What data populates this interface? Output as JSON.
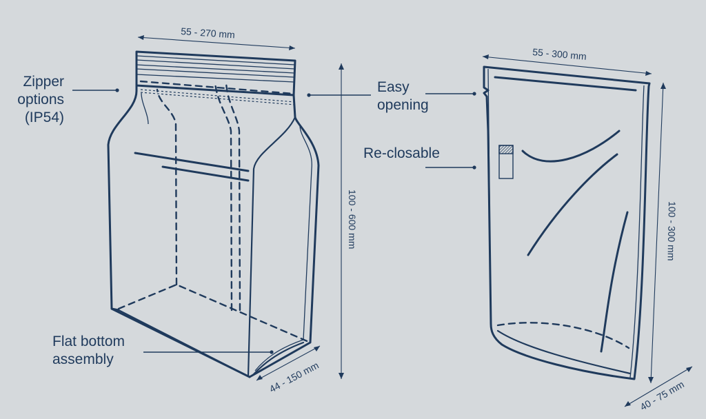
{
  "labels": {
    "zipper": [
      "Zipper",
      "options",
      "(IP54)"
    ],
    "easy": [
      "Easy",
      "opening"
    ],
    "reclosable": "Re-closable",
    "flat_bottom": [
      "Flat bottom",
      "assembly"
    ]
  },
  "dimensions": {
    "left_width": "55 - 270 mm",
    "left_height": "100 - 600 mm",
    "left_depth": "44 - 150 mm",
    "right_width": "55 - 300 mm",
    "right_height": "100 - 300 mm",
    "right_depth": "40 - 75 mm"
  },
  "colors": {
    "background": "#d5d9dc",
    "line": "#1f3a5c"
  }
}
